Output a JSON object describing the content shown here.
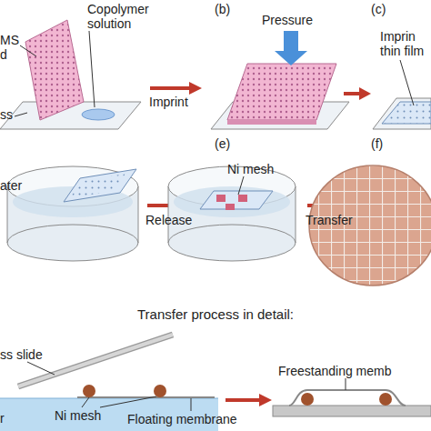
{
  "diagram": {
    "labels": [
      "Copolymer solution",
      "MS d",
      "(b)",
      "Pressure",
      "(c)",
      "Imprin thin film",
      "ss",
      "Imprint",
      "ater",
      "Release",
      "(e)",
      "Ni mesh",
      "Transfer",
      "(f)",
      "Transfer process in detail:",
      "ss slide",
      "Ni mesh",
      "Floating membrane",
      "r",
      "Freestanding memb"
    ]
  }
}
